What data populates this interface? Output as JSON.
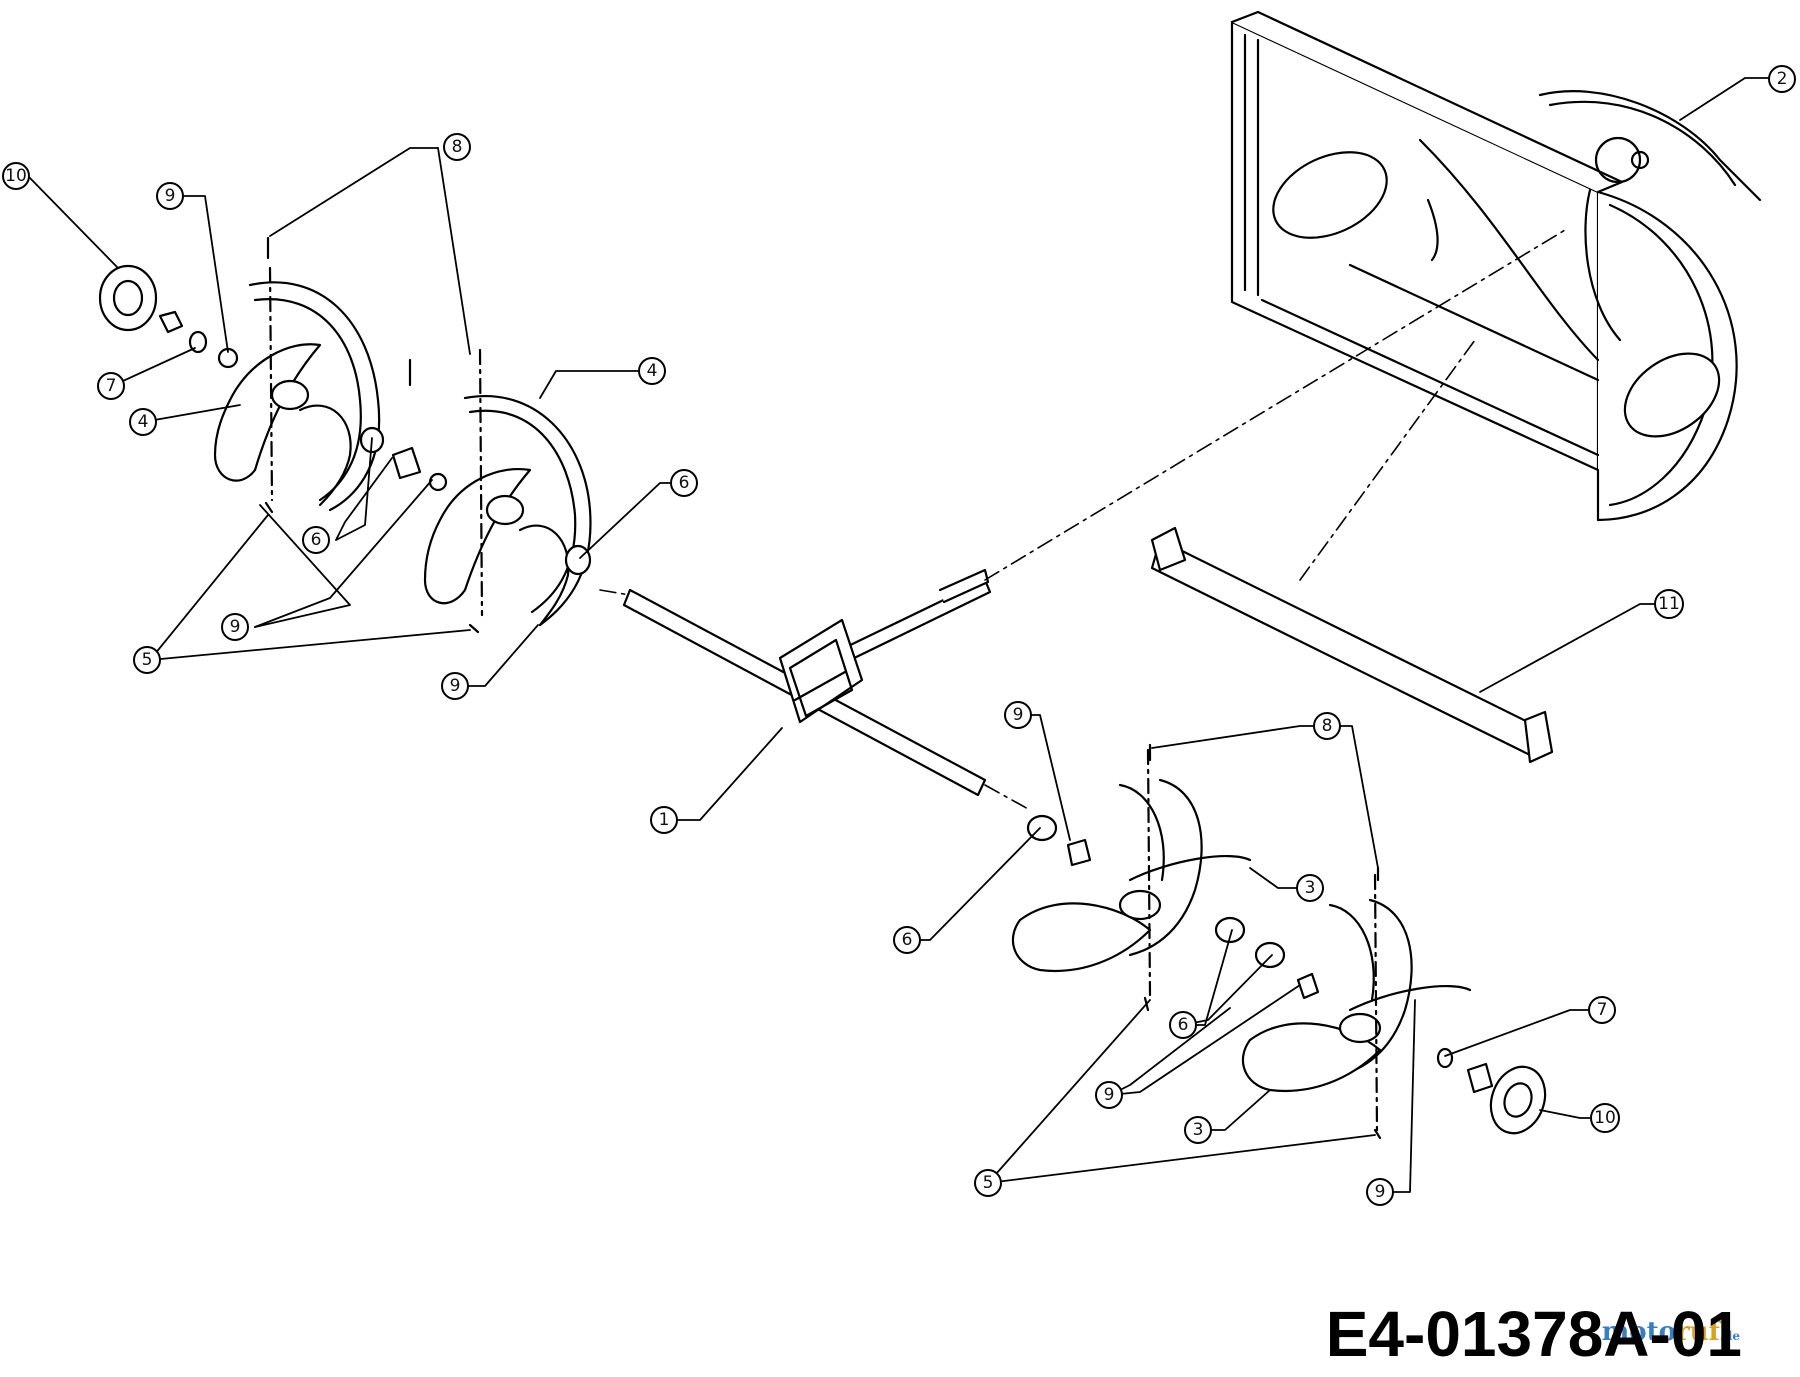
{
  "drawing_code": "E4-01378A-01",
  "watermark": {
    "part1": "moto",
    "part2": "ruf",
    "tld": ".de"
  },
  "callouts": [
    {
      "label": "10"
    },
    {
      "label": "9"
    },
    {
      "label": "8"
    },
    {
      "label": "7"
    },
    {
      "label": "4"
    },
    {
      "label": "4"
    },
    {
      "label": "6"
    },
    {
      "label": "6"
    },
    {
      "label": "9"
    },
    {
      "label": "5"
    },
    {
      "label": "9"
    },
    {
      "label": "2"
    },
    {
      "label": "11"
    },
    {
      "label": "1"
    },
    {
      "label": "9"
    },
    {
      "label": "8"
    },
    {
      "label": "3"
    },
    {
      "label": "6"
    },
    {
      "label": "6"
    },
    {
      "label": "9"
    },
    {
      "label": "7"
    },
    {
      "label": "10"
    },
    {
      "label": "3"
    },
    {
      "label": "5"
    },
    {
      "label": "9"
    }
  ]
}
